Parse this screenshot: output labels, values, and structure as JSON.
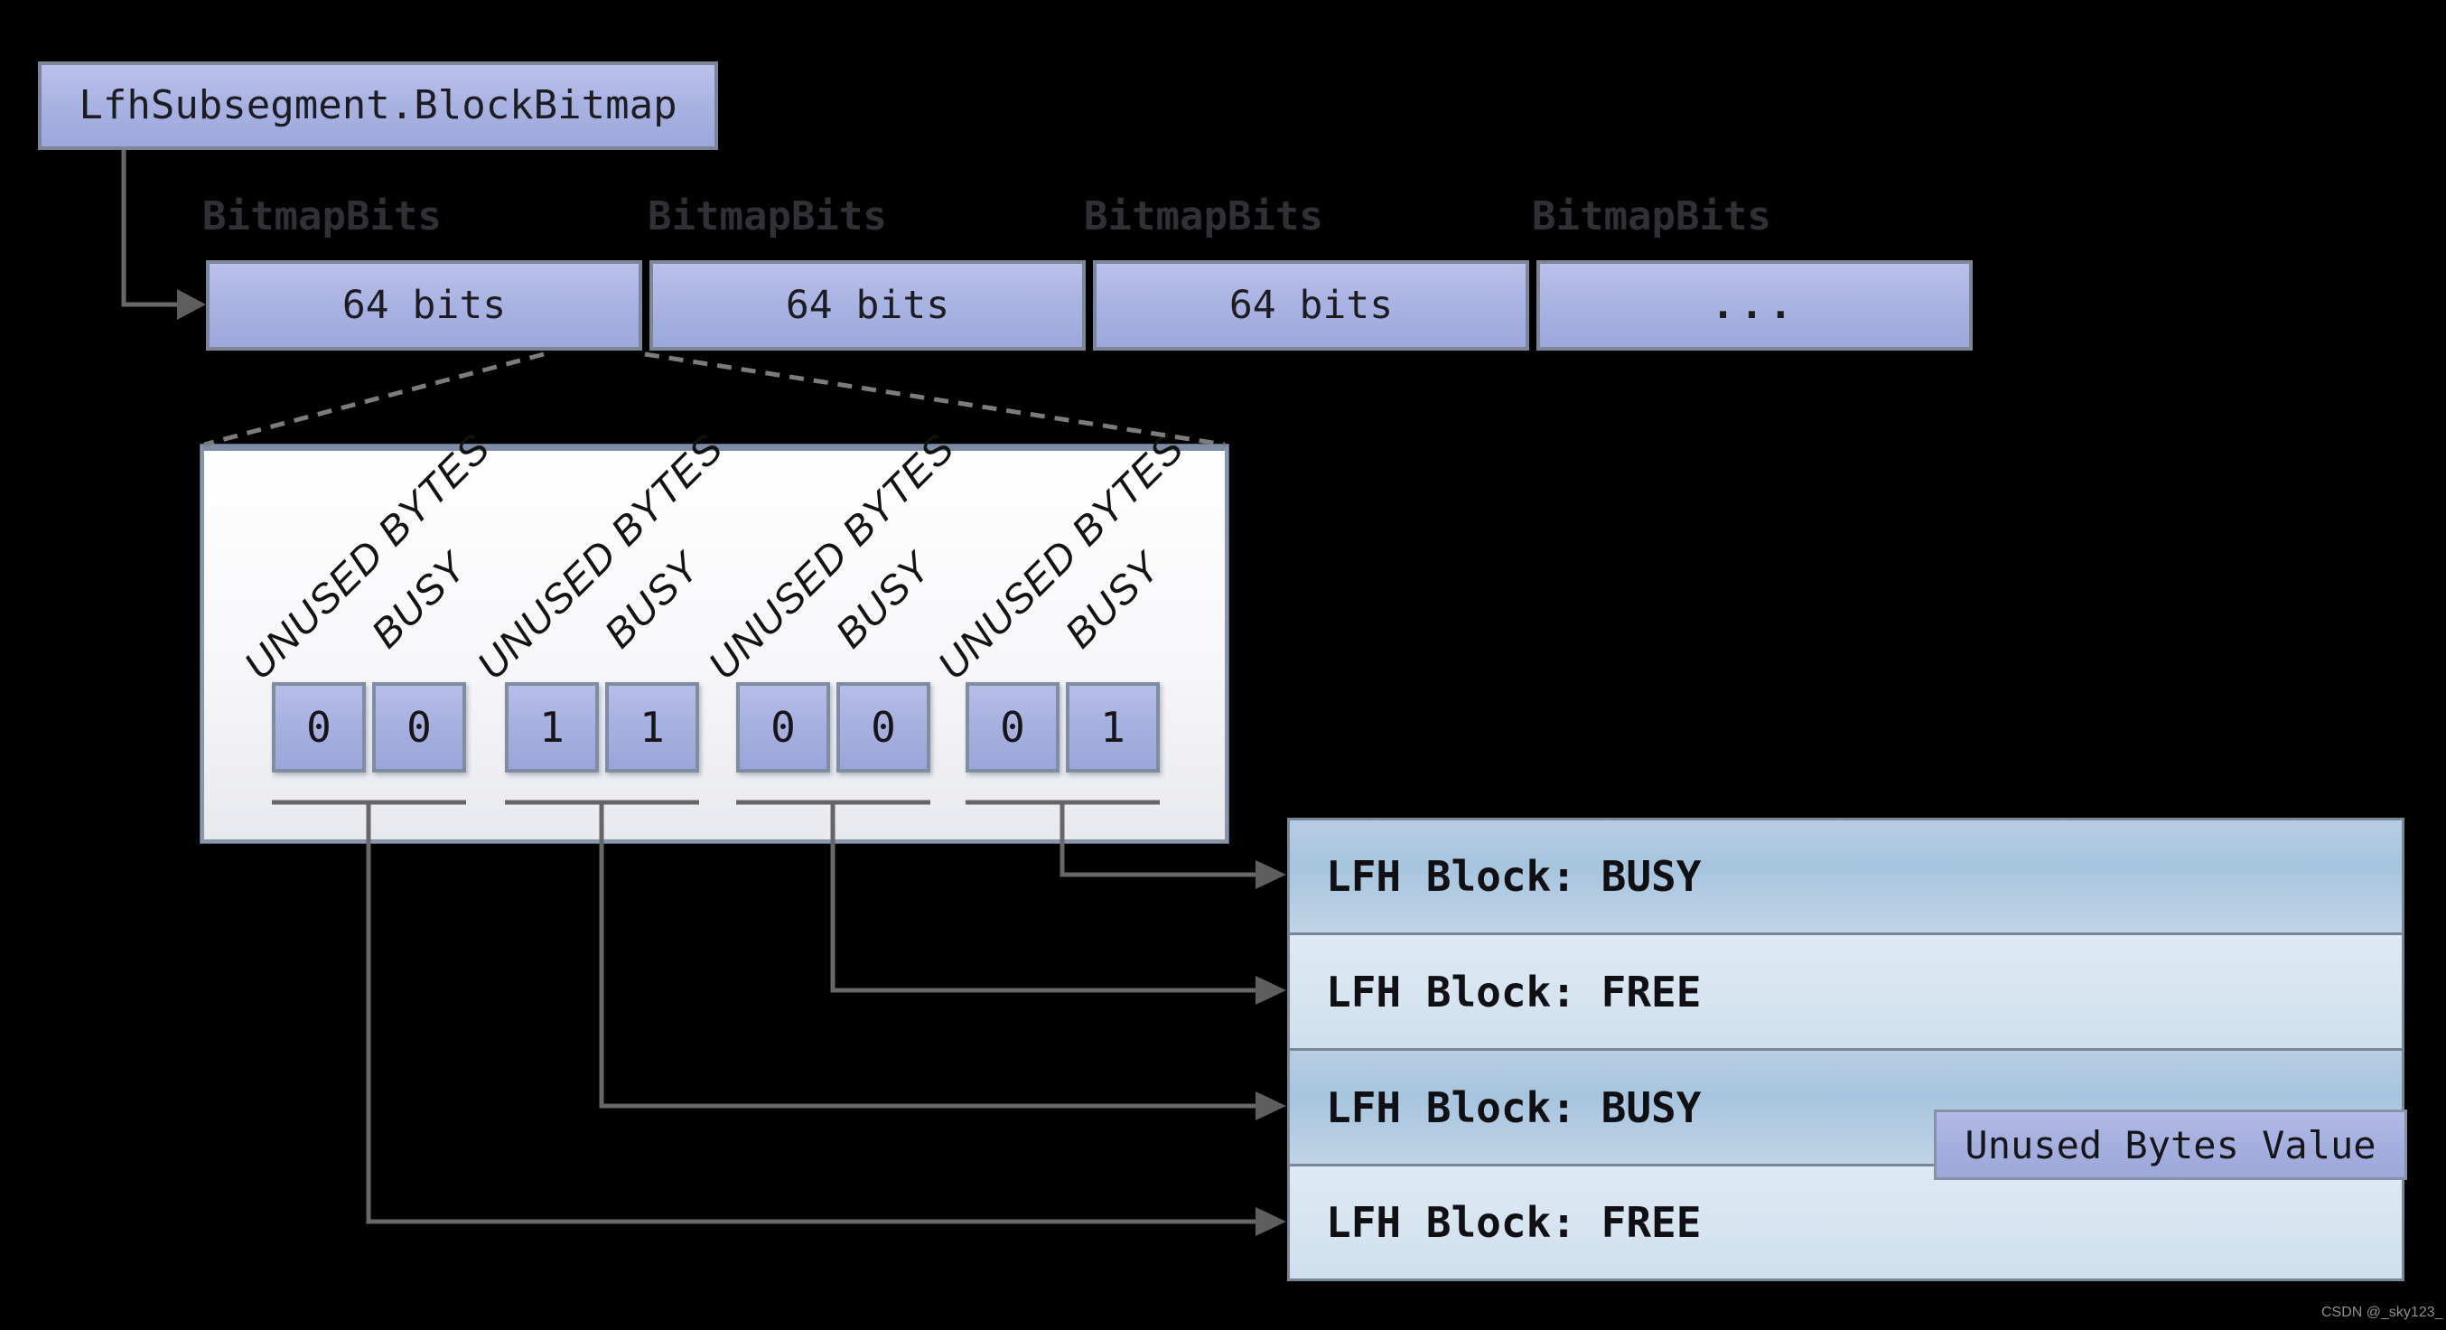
{
  "diagram": {
    "title_box": {
      "label": "LfhSubsegment.BlockBitmap"
    },
    "bitmap_words": {
      "field_label": "BitmapBits",
      "cells": [
        "64 bits",
        "64 bits",
        "64 bits",
        "..."
      ]
    },
    "bit_detail": {
      "groups": [
        {
          "col1_label": "UNUSED BYTES",
          "col2_label": "BUSY",
          "bits": [
            "0",
            "0"
          ],
          "maps_to": "LFH Block: FREE"
        },
        {
          "col1_label": "UNUSED BYTES",
          "col2_label": "BUSY",
          "bits": [
            "1",
            "1"
          ],
          "maps_to": "LFH Block: BUSY"
        },
        {
          "col1_label": "UNUSED BYTES",
          "col2_label": "BUSY",
          "bits": [
            "0",
            "0"
          ],
          "maps_to": "LFH Block: FREE"
        },
        {
          "col1_label": "UNUSED BYTES",
          "col2_label": "BUSY",
          "bits": [
            "0",
            "1"
          ],
          "maps_to": "LFH Block: BUSY"
        }
      ]
    },
    "lfh_blocks": [
      {
        "label": "LFH Block: BUSY",
        "state": "busy"
      },
      {
        "label": "LFH Block: FREE",
        "state": "free"
      },
      {
        "label": "LFH Block: BUSY",
        "state": "busy",
        "annotation": "Unused Bytes Value"
      },
      {
        "label": "LFH Block: FREE",
        "state": "free"
      }
    ],
    "watermark": "CSDN @_sky123_",
    "colors": {
      "background": "#000000",
      "periwinkle_top": "#bac1eb",
      "periwinkle_bottom": "#9ca8dc",
      "busy_top": "#a7c4de",
      "busy_bottom": "#c0d4e7",
      "free_top": "#dde9f4",
      "free_bottom": "#cfdfed",
      "panel_fill": "#ffffff",
      "line_gray": "#676767",
      "border_slate": "#7d8699"
    }
  }
}
